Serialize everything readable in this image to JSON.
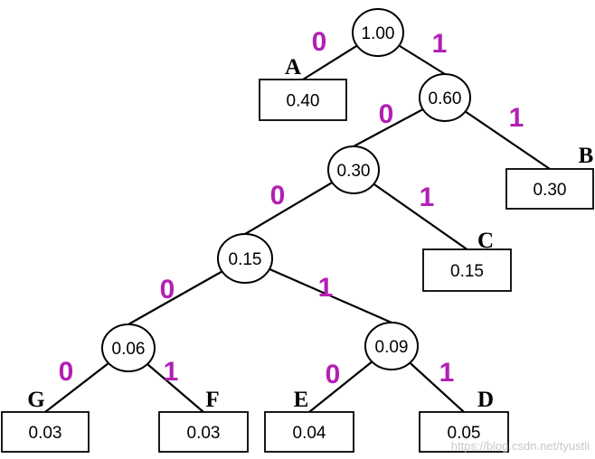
{
  "diagram": {
    "bit_color": "#b31fb3",
    "internal_nodes": [
      {
        "id": "n100",
        "value": "1.00"
      },
      {
        "id": "n060",
        "value": "0.60"
      },
      {
        "id": "n030",
        "value": "0.30"
      },
      {
        "id": "n015",
        "value": "0.15"
      },
      {
        "id": "n006",
        "value": "0.06"
      },
      {
        "id": "n009",
        "value": "0.09"
      }
    ],
    "leaves": [
      {
        "id": "A",
        "name": "A",
        "value": "0.40"
      },
      {
        "id": "B",
        "name": "B",
        "value": "0.30"
      },
      {
        "id": "C",
        "name": "C",
        "value": "0.15"
      },
      {
        "id": "G",
        "name": "G",
        "value": "0.03"
      },
      {
        "id": "F",
        "name": "F",
        "value": "0.03"
      },
      {
        "id": "E",
        "name": "E",
        "value": "0.04"
      },
      {
        "id": "D",
        "name": "D",
        "value": "0.05"
      }
    ],
    "edges": [
      {
        "from": "n100",
        "to": "A",
        "bit": "0"
      },
      {
        "from": "n100",
        "to": "n060",
        "bit": "1"
      },
      {
        "from": "n060",
        "to": "n030",
        "bit": "0"
      },
      {
        "from": "n060",
        "to": "B",
        "bit": "1"
      },
      {
        "from": "n030",
        "to": "n015",
        "bit": "0"
      },
      {
        "from": "n030",
        "to": "C",
        "bit": "1"
      },
      {
        "from": "n015",
        "to": "n006",
        "bit": "0"
      },
      {
        "from": "n015",
        "to": "n009",
        "bit": "1"
      },
      {
        "from": "n006",
        "to": "G",
        "bit": "0"
      },
      {
        "from": "n006",
        "to": "F",
        "bit": "1"
      },
      {
        "from": "n009",
        "to": "E",
        "bit": "0"
      },
      {
        "from": "n009",
        "to": "D",
        "bit": "1"
      }
    ]
  },
  "watermark": "https://blog.csdn.net/tyustli"
}
